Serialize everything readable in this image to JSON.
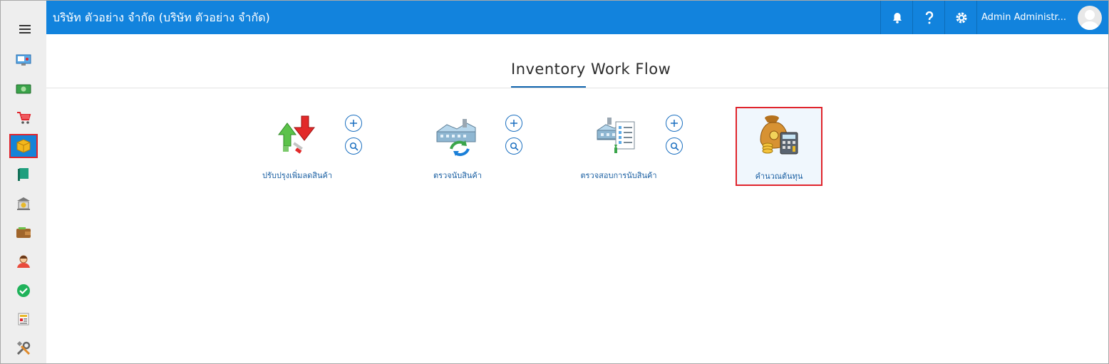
{
  "header": {
    "company": "บริษัท ตัวอย่าง จำกัด (บริษัท ตัวอย่าง จำกัด)",
    "user": "Admin Administr..."
  },
  "main": {
    "title": "Inventory Work Flow",
    "items": [
      {
        "label": "ปรับปรุงเพิ่มลดสินค้า",
        "icon": "stock-adjust-icon"
      },
      {
        "label": "ตรวจนับสินค้า",
        "icon": "stock-count-icon"
      },
      {
        "label": "ตรวจสอบการนับสินค้า",
        "icon": "stock-count-check-icon"
      },
      {
        "label": "คำนวณต้นทุน",
        "icon": "cost-calculation-icon"
      }
    ]
  },
  "sidebar": {
    "items": [
      "monitor-icon",
      "money-icon",
      "cart-icon",
      "inventory-box-icon",
      "book-icon",
      "bank-icon",
      "wallet-icon",
      "person-icon",
      "check-icon",
      "report-icon",
      "tools-icon"
    ],
    "active": "inventory-box-icon"
  },
  "colors": {
    "topbar": "#1283dd",
    "accent": "#1065ae",
    "highlight": "#e0242c"
  }
}
